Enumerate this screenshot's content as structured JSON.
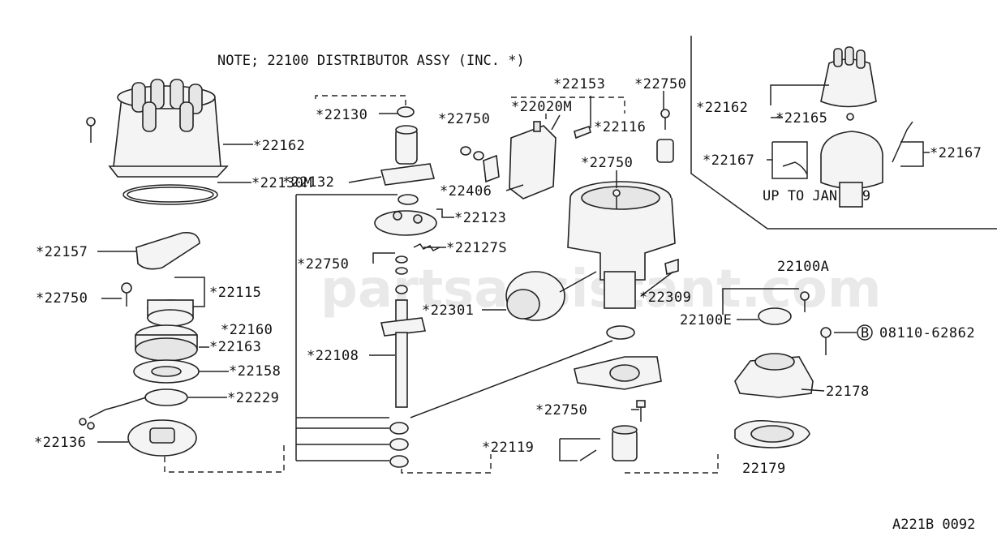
{
  "note": "NOTE; 22100 DISTRIBUTOR ASSY (INC. *)",
  "watermark": "partsassistant.com",
  "figure_code": "A221B 0092",
  "inset_caption": "UP TO JAN.'89",
  "labels": {
    "p22162": "*22162",
    "p22130": "*22130",
    "p22132": "*22132",
    "p22130m": "*22130M",
    "p22157": "*22157",
    "p22750a": "*22750",
    "p22115": "*22115",
    "p22160": "*22160",
    "p22163": "*22163",
    "p22158": "*22158",
    "p22229": "*22229",
    "p22136": "*22136",
    "p22123": "*22123",
    "p22127s": "*22127S",
    "p22750b": "*22750",
    "p22108": "*22108",
    "p22301": "*22301",
    "p22750c": "*22750",
    "p22020m": "*22020M",
    "p22406": "*22406",
    "p22153": "*22153",
    "p22750d": "*22750",
    "p22116": "*22116",
    "p22750e": "*22750",
    "p22309": "*22309",
    "p22750f": "*22750",
    "p22119": "*22119",
    "p22162b": "*22162",
    "p22165": "*22165",
    "p22167a": "*22167",
    "p22167b": "*22167",
    "p22100a": "22100A",
    "p22100e": "22100E",
    "p08110": "08110-62862",
    "bolt_mark": "B",
    "p22178": "22178",
    "p22179": "22179"
  }
}
